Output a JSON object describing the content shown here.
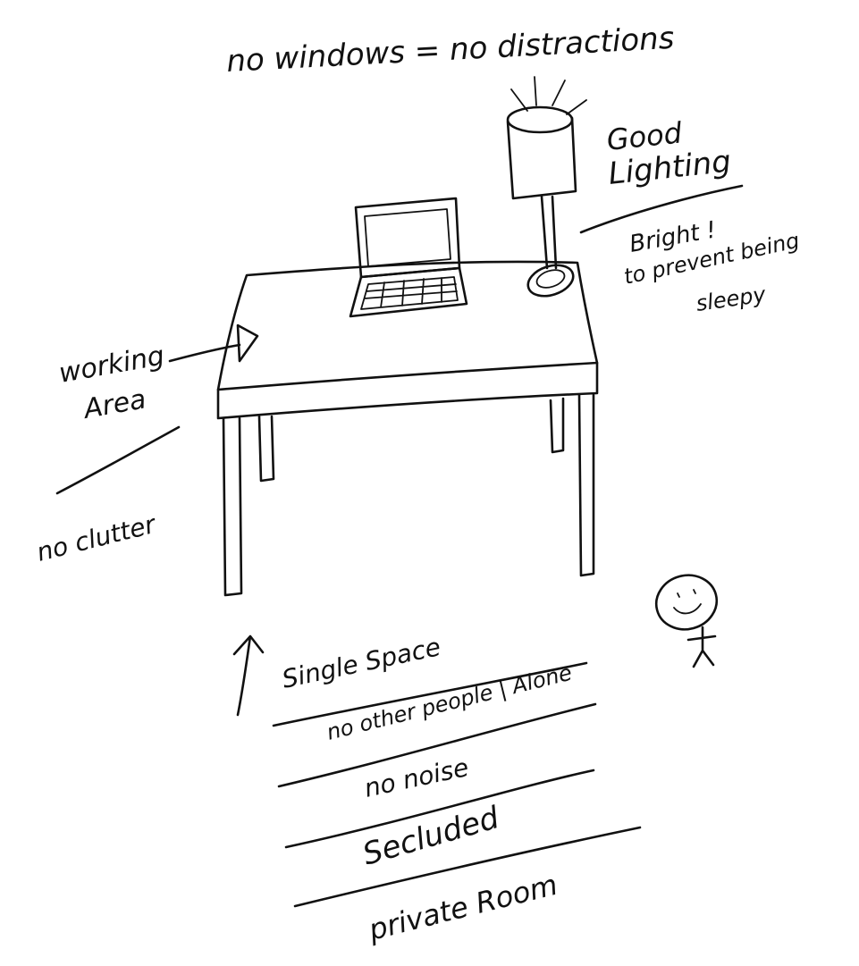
{
  "labels": {
    "top_note": "no windows = no distractions",
    "lighting_title_1": "Good",
    "lighting_title_2": "Lighting",
    "lighting_note_1": "Bright !",
    "lighting_note_2": "to prevent being",
    "lighting_note_3": "sleepy",
    "working_area_1": "working",
    "working_area_2": "Area",
    "clutter_note": "no clutter",
    "space_1": "Single Space",
    "space_2": "no other people | Alone",
    "space_3": "no noise",
    "space_4": "Secluded",
    "space_5": "private Room"
  },
  "colors": {
    "ink": "#111111",
    "paper": "#ffffff"
  }
}
